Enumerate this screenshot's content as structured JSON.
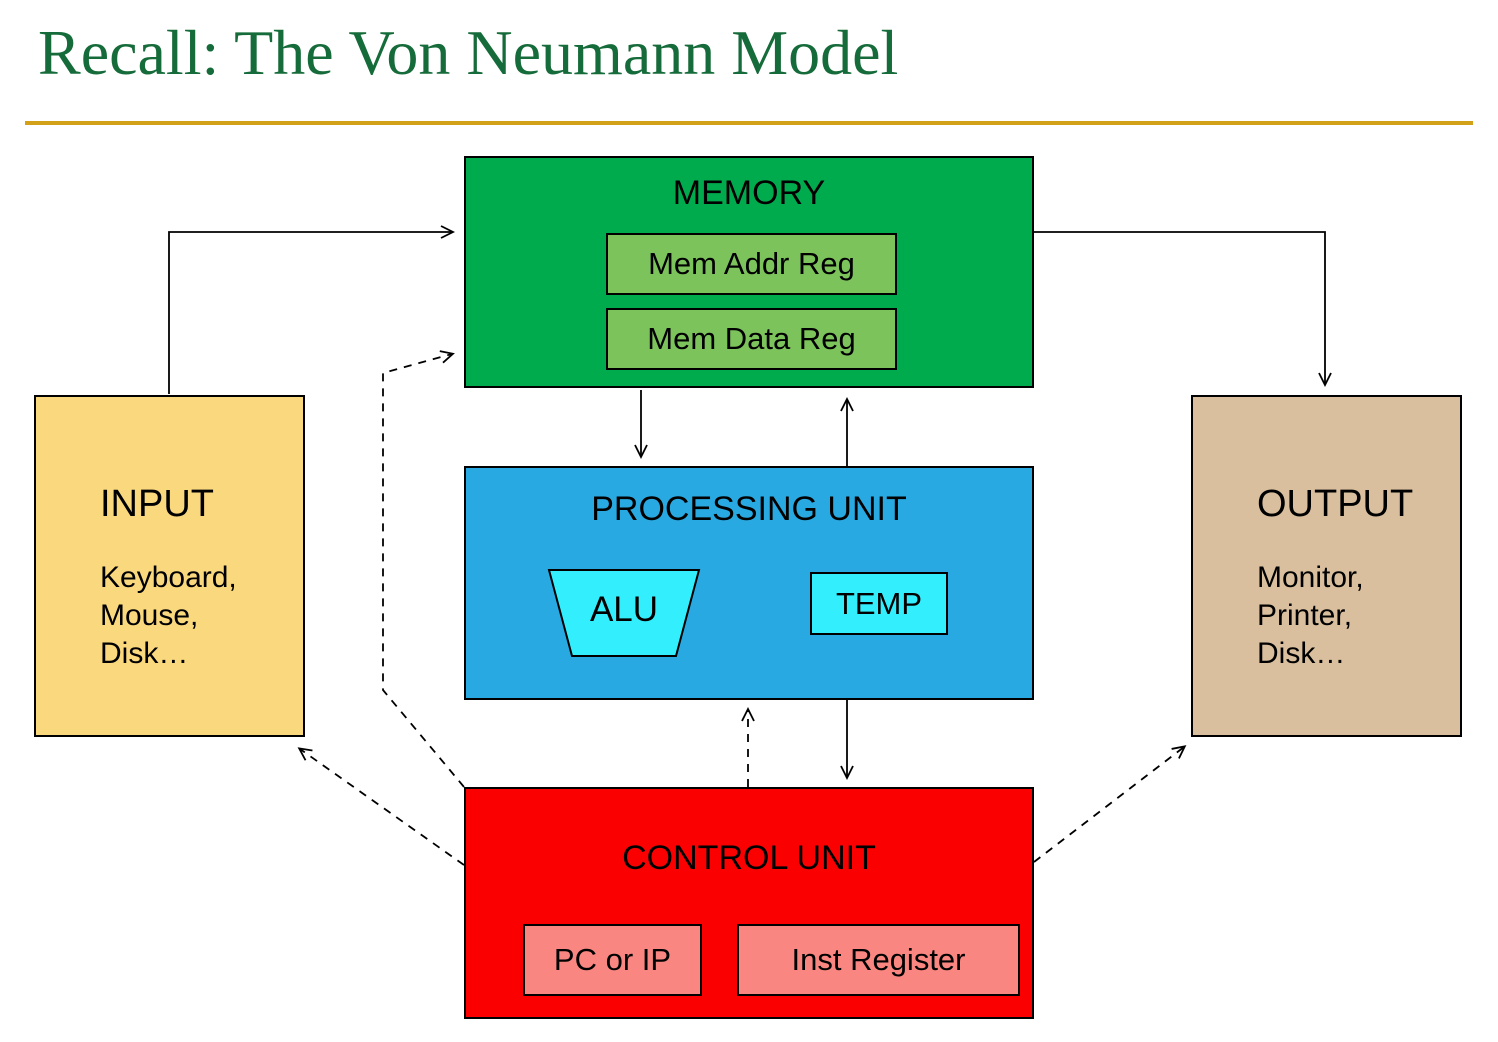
{
  "slide": {
    "title": "Recall: The Von Neumann Model"
  },
  "memory": {
    "label": "MEMORY",
    "mem_addr_reg": "Mem Addr Reg",
    "mem_data_reg": "Mem Data Reg"
  },
  "input": {
    "label": "INPUT",
    "devices": [
      "Keyboard,",
      "Mouse,",
      "Disk…"
    ]
  },
  "output": {
    "label": "OUTPUT",
    "devices": [
      "Monitor,",
      "Printer,",
      "Disk…"
    ]
  },
  "processing_unit": {
    "label": "PROCESSING UNIT",
    "alu": "ALU",
    "temp": "TEMP"
  },
  "control_unit": {
    "label": "CONTROL UNIT",
    "pc_reg": "PC or IP",
    "inst_reg": "Inst Register"
  },
  "colors": {
    "title_green": "#156B39",
    "divider_gold": "#D2A117",
    "memory_green": "#00AB4E",
    "register_light_green": "#7CC35C",
    "processing_blue": "#29A9E1",
    "alu_cyan": "#33EFFE",
    "control_red": "#FA0000",
    "control_register_salmon": "#F98680",
    "input_yellow": "#FAD87E",
    "output_tan": "#D9BF9E"
  }
}
